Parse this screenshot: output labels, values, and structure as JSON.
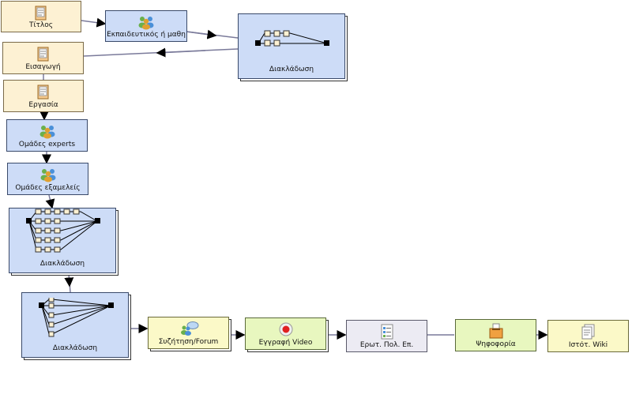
{
  "nodes": {
    "title": "Τίτλος",
    "edu": "Εκπαιδευτικός ή μαθη",
    "branch1": "Διακλάδωση",
    "intro": "Εισαγωγή",
    "task": "Εργασία",
    "experts": "Ομάδες experts",
    "groups": "Ομάδες εξαμελείς",
    "branch2": "Διακλάδωση",
    "branch3": "Διακλάδωση",
    "forum": "Συζήτηση/Forum",
    "video": "Εγγραφή Video",
    "mcq": "Ερωτ. Πολ. Επ.",
    "vote": "Ψηφοφορία",
    "wiki": "Ιστότ. Wiki"
  },
  "icons": {
    "title": "document-icon",
    "edu": "people-group-icon",
    "intro": "document-icon",
    "task": "document-icon",
    "experts": "people-group-icon",
    "groups": "people-group-icon",
    "forum": "forum-icon",
    "video": "record-icon",
    "mcq": "checklist-icon",
    "vote": "ballot-box-icon",
    "wiki": "wiki-page-icon"
  },
  "colors": {
    "tan": "#fdf1d3",
    "blue": "#cddcf7",
    "yellow": "#fbf9c8",
    "green": "#e8f7bf",
    "lavender": "#ecebf3"
  }
}
